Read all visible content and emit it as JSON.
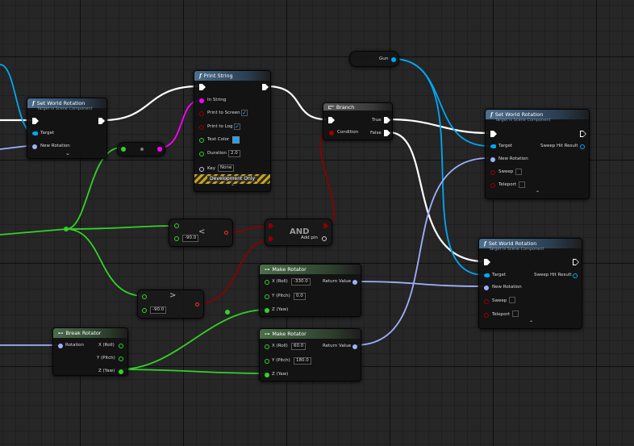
{
  "nodes": {
    "set_world_rotation_1": {
      "title": "Set World Rotation",
      "subtitle": "Target is Scene Component",
      "pins": {
        "target": "Target",
        "new_rotation": "New Rotation"
      }
    },
    "print_string": {
      "title": "Print String",
      "pins": {
        "in_string": "In String",
        "print_to_screen": "Print to Screen",
        "print_to_log": "Print to Log",
        "text_color": "Text Color",
        "duration": "Duration",
        "duration_value": "2.0",
        "key": "Key",
        "key_value": "None"
      },
      "dev_only": "Development Only"
    },
    "branch": {
      "title": "Branch",
      "pins": {
        "condition": "Condition",
        "true": "True",
        "false": "False"
      }
    },
    "gun": {
      "title": "Gun"
    },
    "set_world_rotation_2": {
      "title": "Set World Rotation",
      "subtitle": "Target is Scene Component",
      "pins": {
        "target": "Target",
        "new_rotation": "New Rotation",
        "sweep": "Sweep",
        "teleport": "Teleport",
        "sweep_hit_result": "Sweep Hit Result"
      }
    },
    "set_world_rotation_3": {
      "title": "Set World Rotation",
      "subtitle": "Target is Scene Component",
      "pins": {
        "target": "Target",
        "new_rotation": "New Rotation",
        "sweep": "Sweep",
        "teleport": "Teleport",
        "sweep_hit_result": "Sweep Hit Result"
      }
    },
    "less_than": {
      "symbol": "<",
      "value": "-90.0"
    },
    "greater_than": {
      "symbol": ">",
      "value": "-90.0"
    },
    "and": {
      "symbol": "AND",
      "add_pin": "Add pin"
    },
    "make_rotator_1": {
      "title": "Make Rotator",
      "pins": {
        "x": "X (Roll)",
        "x_value": "-330.0",
        "y": "Y (Pitch)",
        "y_value": "0.0",
        "z": "Z (Yaw)",
        "return_value": "Return Value"
      }
    },
    "make_rotator_2": {
      "title": "Make Rotator",
      "pins": {
        "x": "X (Roll)",
        "x_value": "60.0",
        "y": "Y (Pitch)",
        "y_value": "180.0",
        "z": "Z (Yaw)",
        "return_value": "Return Value"
      }
    },
    "break_rotator": {
      "title": "Break Rotator",
      "pins": {
        "rotation": "Rotation",
        "x": "X (Roll)",
        "y": "Y (Pitch)",
        "z": "Z (Yaw)"
      }
    }
  },
  "colors": {
    "exec": "#ffffff",
    "object": "#00a8f4",
    "rotator": "#9eb0ff",
    "float": "#33d12a",
    "bool": "#9b0000",
    "string": "#ff00ff",
    "linear_color": "#18a6ff"
  }
}
